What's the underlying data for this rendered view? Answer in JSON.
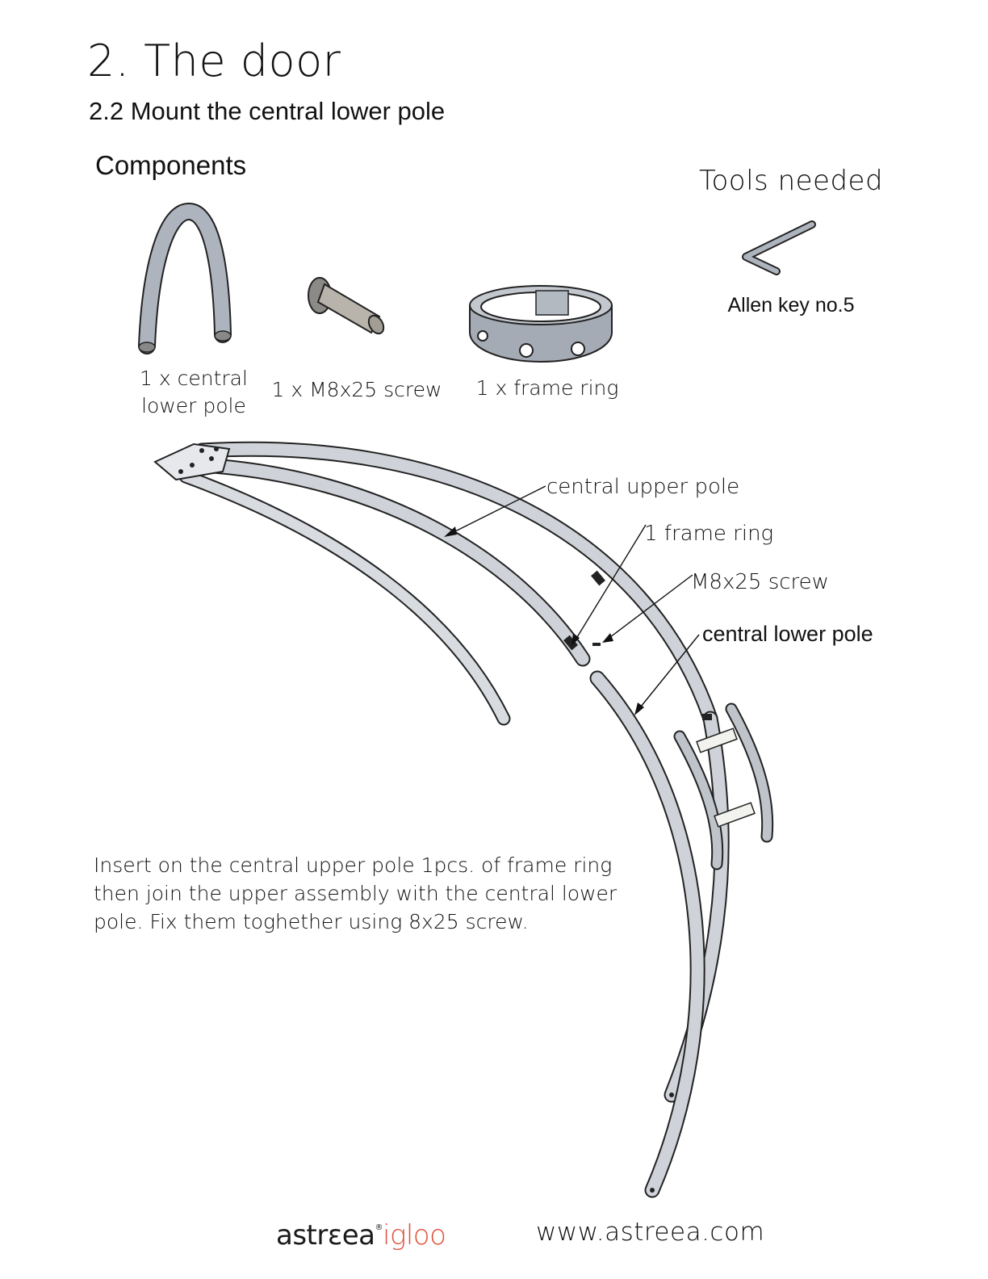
{
  "header": {
    "section_title": "2. The door",
    "step_title": "2.2 Mount the central lower pole"
  },
  "components": {
    "heading": "Components",
    "items": [
      {
        "line1": "1 x central",
        "line2": "lower pole",
        "icon": "curved-pole-icon"
      },
      {
        "line1": "1 x M8x25 screw",
        "icon": "screw-icon"
      },
      {
        "line1": "1 x frame ring",
        "icon": "frame-ring-icon"
      }
    ]
  },
  "tools": {
    "heading": "Tools needed",
    "items": [
      {
        "label": "Allen key no.5",
        "icon": "allen-key-icon"
      }
    ]
  },
  "diagram_labels": {
    "central_upper_pole": "central upper pole",
    "frame_ring": "1 frame ring",
    "screw": "M8x25 screw",
    "central_lower_pole": "central lower pole"
  },
  "instructions": {
    "lines": [
      "Insert on the central upper pole 1pcs. of frame ring",
      "then join the upper assembly with the central lower",
      "pole. Fix them toghether using 8x25 screw."
    ]
  },
  "footer": {
    "brand_part1": "astrεea",
    "brand_mark": "®",
    "brand_part2": "igloo",
    "website": "www.astreea.com"
  },
  "colors": {
    "pole_gray": "#c9cdd3",
    "pole_outline": "#222222",
    "brand_accent": "#e0503a"
  }
}
